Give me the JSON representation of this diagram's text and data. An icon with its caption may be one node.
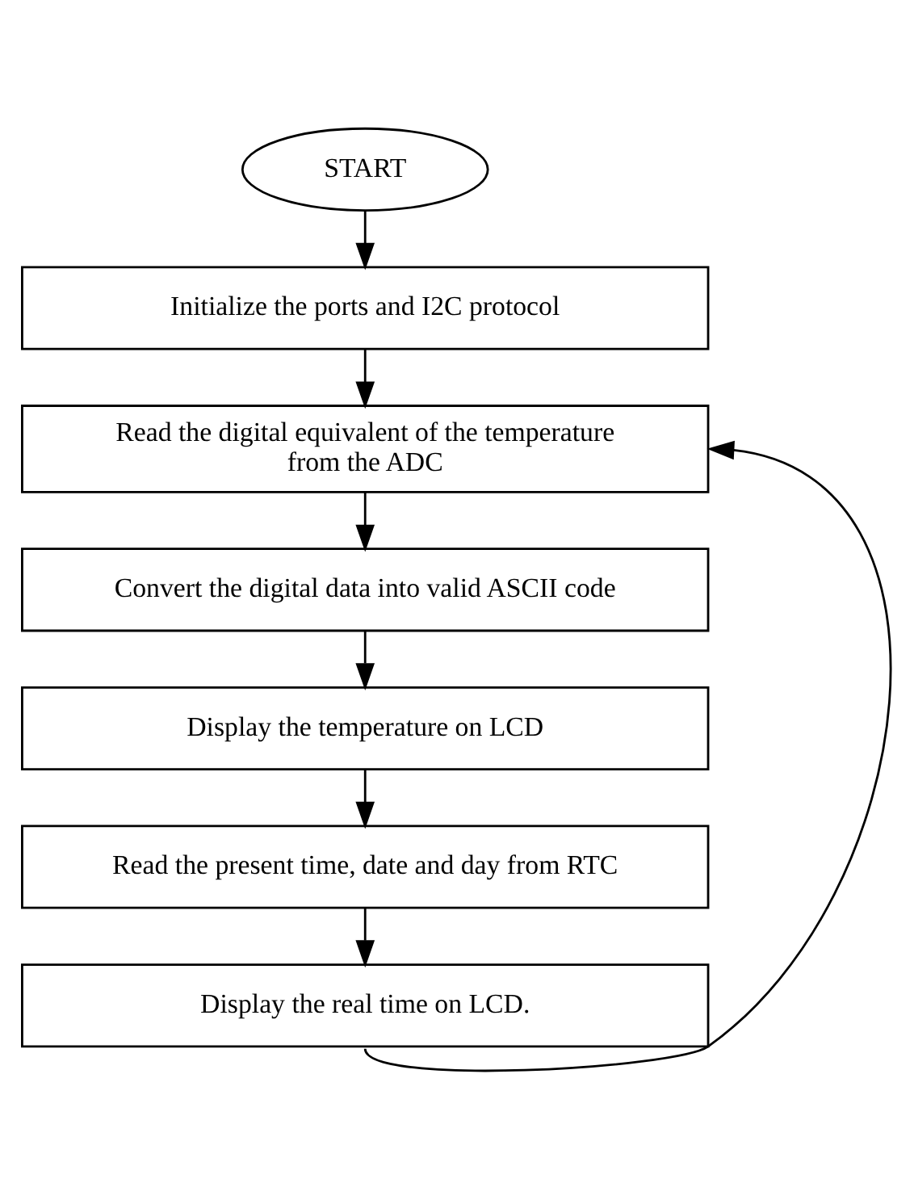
{
  "diagram": {
    "nodes": [
      {
        "text": [
          "START"
        ]
      },
      {
        "text": [
          "Initialize the ports and I2C protocol"
        ]
      },
      {
        "text": [
          "Read the digital equivalent of the temperature from the ADC"
        ]
      },
      {
        "text": [
          "Convert the digital data into valid ASCII code"
        ]
      },
      {
        "text": [
          "Display the temperature on LCD"
        ]
      },
      {
        "text": [
          "Read the present time, date and day from RTC"
        ]
      },
      {
        "text": [
          "Display the real time on LCD."
        ]
      }
    ],
    "edges": [
      {
        "from": 0,
        "to": 1,
        "arrow": "to"
      },
      {
        "from": 1,
        "to": 2,
        "arrow": "to"
      },
      {
        "from": 2,
        "to": 3,
        "arrow": "to"
      },
      {
        "from": 3,
        "to": 4,
        "arrow": "to"
      },
      {
        "from": 4,
        "to": 5,
        "arrow": "to"
      },
      {
        "from": 5,
        "to": 6,
        "arrow": "to"
      },
      {
        "from": 6,
        "to": 2,
        "arrow": "to"
      }
    ]
  }
}
